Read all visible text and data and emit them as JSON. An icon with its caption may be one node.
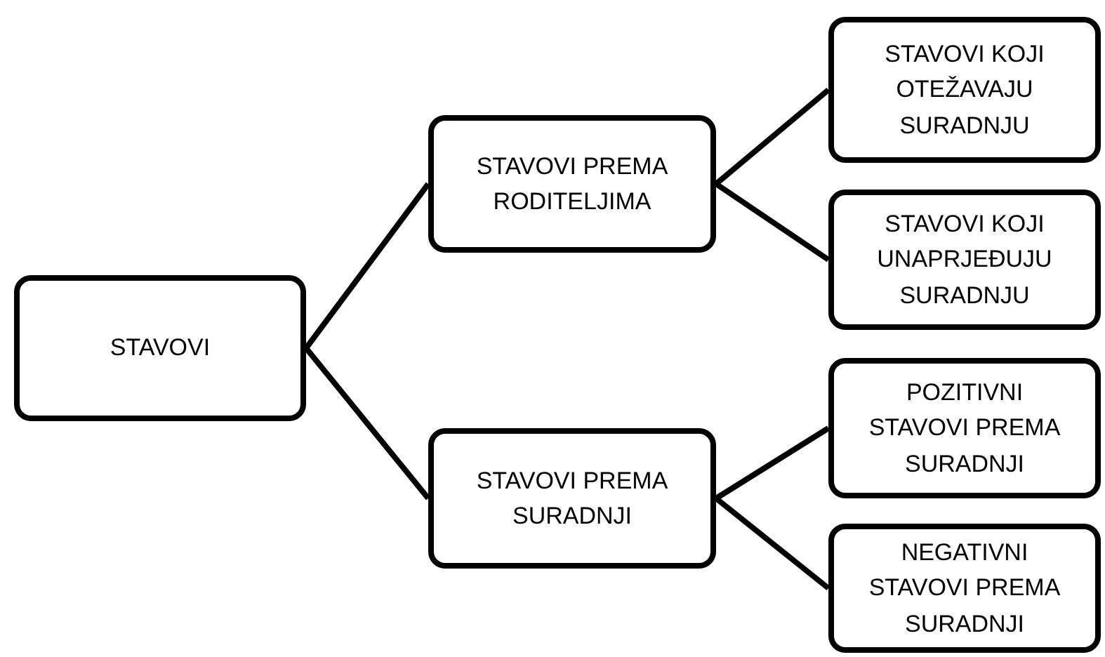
{
  "diagram": {
    "nodes": [
      {
        "text": [
          "STAVOVI"
        ]
      },
      {
        "text": [
          "STAVOVI PREMA RODITELJIMA"
        ]
      },
      {
        "text": [
          "STAVOVI PREMA SURADNJI"
        ]
      },
      {
        "text": [
          "STAVOVI KOJI OTEŽAVAJU SURADNJU"
        ]
      },
      {
        "text": [
          "STAVOVI KOJI UNAPRJEĐUJU SURADNJU"
        ]
      },
      {
        "text": [
          "POZITIVNI STAVOVI PREMA SURADNJI"
        ]
      },
      {
        "text": [
          "NEGATIVNI STAVOVI PREMA SURADNJI"
        ]
      }
    ],
    "edges": [
      {
        "from": 0,
        "to": 1,
        "arrow": "none"
      },
      {
        "from": 0,
        "to": 2,
        "arrow": "none"
      },
      {
        "from": 1,
        "to": 3,
        "arrow": "none"
      },
      {
        "from": 1,
        "to": 4,
        "arrow": "none"
      },
      {
        "from": 2,
        "to": 5,
        "arrow": "none"
      },
      {
        "from": 2,
        "to": 6,
        "arrow": "none"
      }
    ]
  }
}
